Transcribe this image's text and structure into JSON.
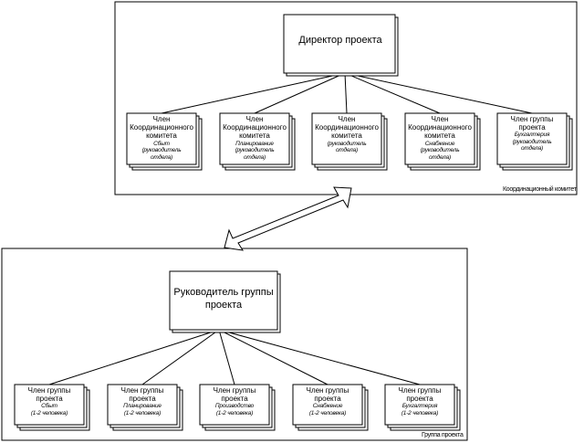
{
  "coordination": {
    "label": "Координационный комитет",
    "director": "Директор проекта",
    "members": [
      {
        "title": [
          "Член",
          "Координационного",
          "комитета"
        ],
        "detail": [
          "Сбыт",
          "(руководитель",
          "отдела)"
        ]
      },
      {
        "title": [
          "Член",
          "Координационного",
          "комитета"
        ],
        "detail": [
          "Планирование",
          "(руководитель",
          "отдела)"
        ]
      },
      {
        "title": [
          "Член",
          "Координационного",
          "комитета"
        ],
        "detail": [
          "(руководитель",
          "отдела)"
        ]
      },
      {
        "title": [
          "Член",
          "Координационного",
          "комитета"
        ],
        "detail": [
          "Снабжение",
          "(руководитель",
          "отдела)"
        ]
      },
      {
        "title": [
          "Член группы",
          "проекта"
        ],
        "detail": [
          "Бухгалтерия",
          "(руководитель",
          "отдела)"
        ]
      }
    ]
  },
  "project_group": {
    "label": "Группа проекта",
    "leader": [
      "Руководитель группы",
      "проекта"
    ],
    "members": [
      {
        "title": [
          "Член группы",
          "проекта"
        ],
        "detail": [
          "Сбыт",
          "(1-2 человека)"
        ]
      },
      {
        "title": [
          "Член группы",
          "проекта"
        ],
        "detail": [
          "Планирование",
          "(1-2 человека)"
        ]
      },
      {
        "title": [
          "Член группы",
          "проекта"
        ],
        "detail": [
          "Производство",
          "(1-2 человека)"
        ]
      },
      {
        "title": [
          "Член группы",
          "проекта"
        ],
        "detail": [
          "Снабжение",
          "(1-2 человека)"
        ]
      },
      {
        "title": [
          "Член группы",
          "проекта"
        ],
        "detail": [
          "Бухгалтерия",
          "(1-2 человека)"
        ]
      }
    ]
  }
}
